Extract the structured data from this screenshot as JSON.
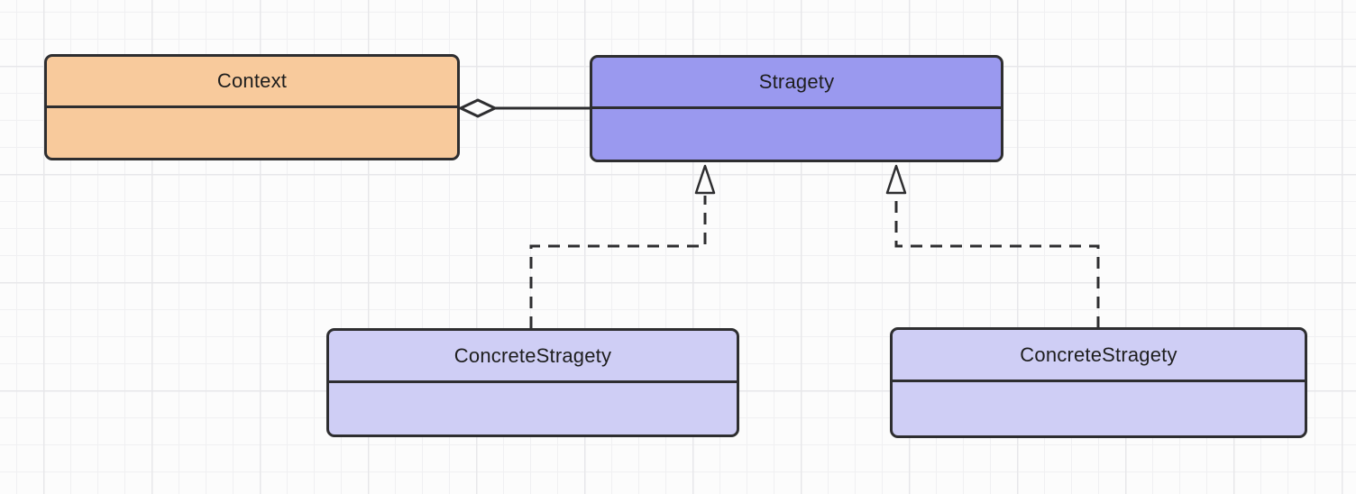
{
  "diagram": {
    "kind": "uml-class-diagram",
    "pattern": "Strategy",
    "nodes": [
      {
        "id": "context",
        "label": "Context",
        "fill": "#f8ca9c"
      },
      {
        "id": "strategy",
        "label": "Stragety",
        "fill": "#9a99ef"
      },
      {
        "id": "concrete-strategy-left",
        "label": "ConcreteStragety",
        "fill": "#cfcef5"
      },
      {
        "id": "concrete-strategy-right",
        "label": "ConcreteStragety",
        "fill": "#cfcef5"
      }
    ],
    "edges": [
      {
        "id": "aggregation",
        "type": "aggregation",
        "from": "strategy",
        "to": "context",
        "line": "solid",
        "marker": "hollow-diamond"
      },
      {
        "id": "realization-left",
        "type": "realization",
        "from": "concrete-strategy-left",
        "to": "strategy",
        "line": "dashed",
        "marker": "hollow-triangle"
      },
      {
        "id": "realization-right",
        "type": "realization",
        "from": "concrete-strategy-right",
        "to": "strategy",
        "line": "dashed",
        "marker": "hollow-triangle"
      }
    ],
    "colors": {
      "canvas_background": "#fcfcfc",
      "grid_minor": "#f0f0f2",
      "grid_major": "#e7e7ea",
      "node_border": "#2e2e30",
      "connector": "#2e2e30",
      "text": "#1e1e1e"
    }
  }
}
